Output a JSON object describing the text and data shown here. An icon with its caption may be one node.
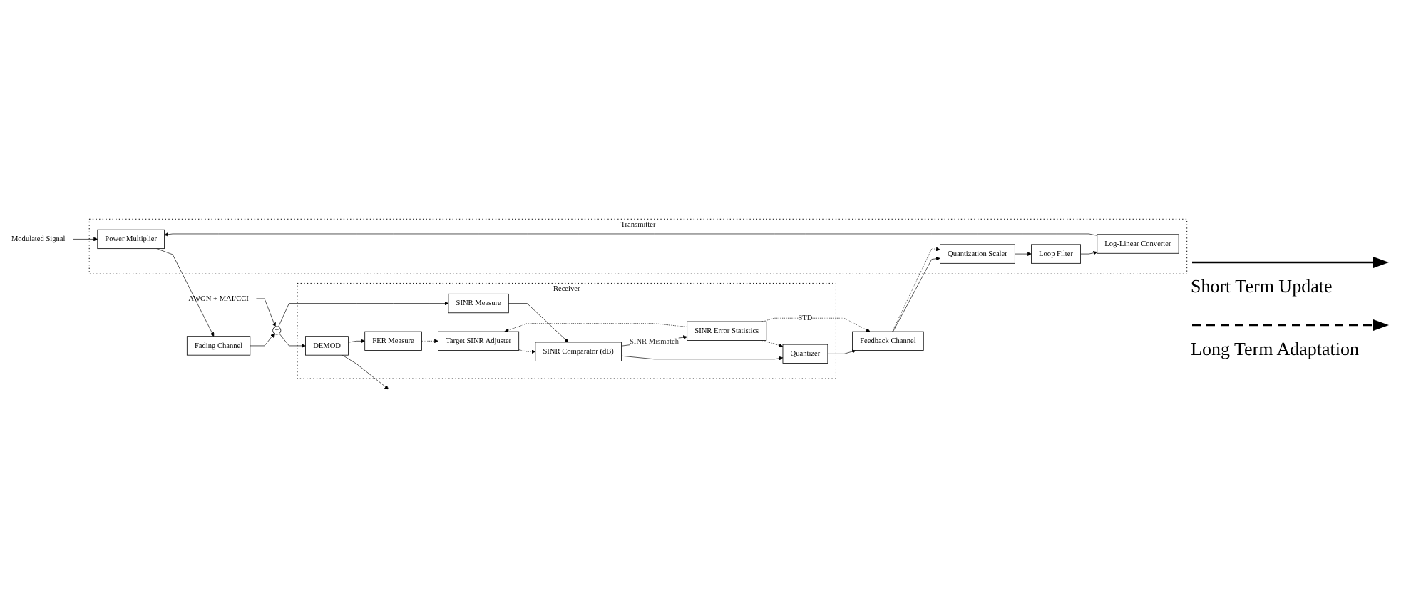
{
  "diagram": {
    "nodes": [
      {
        "text": [
          "Transmitter"
        ]
      },
      {
        "text": [
          "Power Multiplier"
        ],
        "in": 0
      },
      {
        "text": [
          "Log-Linear Converter"
        ],
        "in": 0
      },
      {
        "text": [
          "Loop Filter"
        ],
        "in": 0
      },
      {
        "text": [
          "Quantization Scaler"
        ],
        "in": 0
      },
      {
        "text": [
          "Modulated Signal"
        ]
      },
      {
        "text": [
          "Fading Channel"
        ]
      },
      {
        "text": [
          "AWGN + MAI/CCI"
        ]
      },
      {
        "text": [
          "+"
        ]
      },
      {
        "text": [
          "Receiver"
        ]
      },
      {
        "text": [
          "DEMOD"
        ],
        "in": 9
      },
      {
        "text": [
          "SINR Measure"
        ],
        "in": 9
      },
      {
        "text": [
          "FER Measure"
        ],
        "in": 9
      },
      {
        "text": [
          "SINR Comparator (dB)"
        ],
        "in": 9
      },
      {
        "text": [
          "Target SINR Adjuster"
        ],
        "in": 9
      },
      {
        "text": [
          "Quantizer"
        ],
        "in": 9
      },
      {
        "text": [
          "SINR Error Statistics"
        ],
        "in": 9
      },
      {
        "text": [
          "Feedback Channel"
        ]
      }
    ],
    "edges": [
      {
        "from": 5,
        "to": 1,
        "arrow": "to"
      },
      {
        "from": 1,
        "to": 6,
        "arrow": "to"
      },
      {
        "from": 6,
        "to": 8,
        "arrow": "to"
      },
      {
        "from": 7,
        "to": 8,
        "arrow": "to"
      },
      {
        "from": 8,
        "to": 10,
        "arrow": "to"
      },
      {
        "from": 8,
        "to": 11,
        "arrow": "to"
      },
      {
        "from": 10,
        "to": null,
        "arrow": "to"
      },
      {
        "from": 10,
        "to": 12,
        "arrow": "to"
      },
      {
        "from": 11,
        "to": 13,
        "arrow": "to"
      },
      {
        "from": 12,
        "to": 14,
        "arrow": "to",
        "style": "dashed"
      },
      {
        "from": 14,
        "to": 13,
        "arrow": "to",
        "style": "dashed"
      },
      {
        "from": 13,
        "to": 15,
        "arrow": "to"
      },
      {
        "from": 13,
        "to": 16,
        "arrow": "to",
        "label": "SINR Mismatch"
      },
      {
        "from": 16,
        "to": 15,
        "arrow": "to",
        "style": "dashed"
      },
      {
        "from": 16,
        "to": 14,
        "arrow": "to",
        "style": "dashed"
      },
      {
        "from": 16,
        "to": 17,
        "arrow": "to",
        "style": "dashed",
        "label": "STD"
      },
      {
        "from": 15,
        "to": 17,
        "arrow": "to"
      },
      {
        "from": 17,
        "to": 4,
        "arrow": "to"
      },
      {
        "from": 17,
        "to": 4,
        "arrow": "to",
        "style": "dashed"
      },
      {
        "from": 4,
        "to": 3,
        "arrow": "to"
      },
      {
        "from": 3,
        "to": 2,
        "arrow": "to"
      },
      {
        "from": 2,
        "to": 1,
        "arrow": "to"
      }
    ],
    "legend": [
      {
        "text": "Short Term Update"
      },
      {
        "text": "Long Term Adaptation"
      }
    ]
  }
}
